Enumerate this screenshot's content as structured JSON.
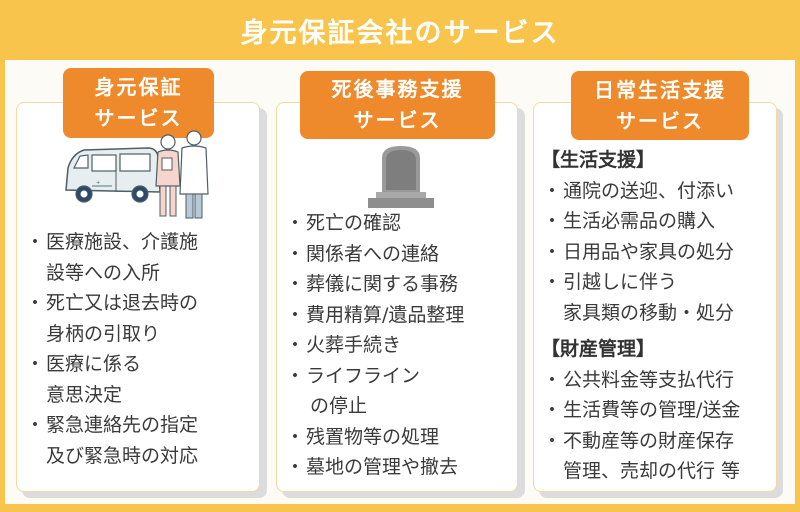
{
  "header": {
    "title": "身元保証会社のサービス"
  },
  "colors": {
    "frame": "#F9C44C",
    "tab": "#EE8A2B",
    "card_border": "#F6D9A0",
    "text": "#3A3A3A"
  },
  "cards": [
    {
      "tab_line1": "身元保証",
      "tab_line2": "サービス",
      "illustration": "van-nurse-doctor-illustration",
      "items": [
        {
          "bullet": "・",
          "line1": "医療施設、介護施",
          "line2": "設等への入所"
        },
        {
          "bullet": "・",
          "line1": "死亡又は退去時の",
          "line2": "身柄の引取り"
        },
        {
          "bullet": "・",
          "line1": "医療に係る",
          "line2": "意思決定"
        },
        {
          "bullet": "・",
          "line1": "緊急連絡先の指定",
          "line2": "及び緊急時の対応"
        }
      ]
    },
    {
      "tab_line1": "死後事務支援",
      "tab_line2": "サービス",
      "illustration": "gravestone-illustration",
      "items": [
        {
          "bullet": "・",
          "line1": "死亡の確認"
        },
        {
          "bullet": "・",
          "line1": "関係者への連絡"
        },
        {
          "bullet": "・",
          "line1": "葬儀に関する事務"
        },
        {
          "bullet": "・",
          "line1": "費用精算/遺品整理"
        },
        {
          "bullet": "・",
          "line1": "火葬手続き"
        },
        {
          "bullet": "・",
          "line1": "ライフライン",
          "line2": "の停止"
        },
        {
          "bullet": "・",
          "line1": "残置物等の処理"
        },
        {
          "bullet": "・",
          "line1": "墓地の管理や撤去"
        }
      ]
    },
    {
      "tab_line1": "日常生活支援",
      "tab_line2": "サービス",
      "sections": [
        {
          "heading": "【生活支援】",
          "items": [
            {
              "bullet": "・",
              "line1": "通院の送迎、付添い"
            },
            {
              "bullet": "・",
              "line1": "生活必需品の購入"
            },
            {
              "bullet": "・",
              "line1": "日用品や家具の処分"
            },
            {
              "bullet": "・",
              "line1": "引越しに伴う",
              "line2": "家具類の移動・処分"
            }
          ]
        },
        {
          "heading": "【財産管理】",
          "items": [
            {
              "bullet": "・",
              "line1": "公共料金等支払代行"
            },
            {
              "bullet": "・",
              "line1": "生活費等の管理/送金"
            },
            {
              "bullet": "・",
              "line1": "不動産等の財産保存",
              "line2": "管理、売却の代行 等"
            }
          ]
        }
      ]
    }
  ]
}
